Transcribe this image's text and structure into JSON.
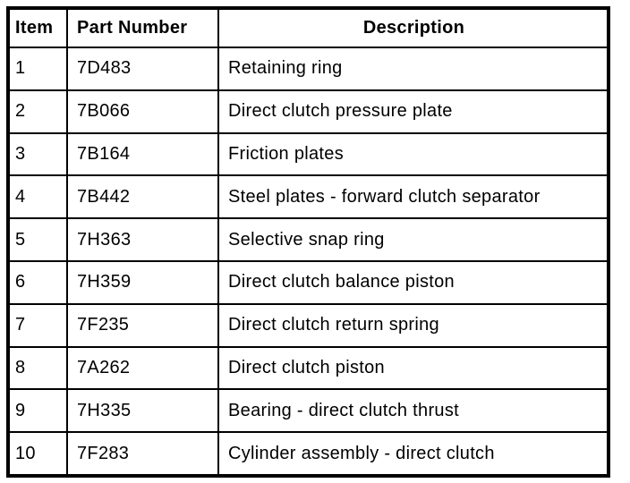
{
  "document": {
    "background_color": "#ffffff",
    "border_color": "#000000",
    "text_color": "#000000"
  },
  "table": {
    "headers": [
      "Item",
      "Part Number",
      "Description"
    ],
    "rows": [
      {
        "item": "1",
        "part_number": "7D483",
        "description": "Retaining ring"
      },
      {
        "item": "2",
        "part_number": "7B066",
        "description": "Direct clutch pressure plate"
      },
      {
        "item": "3",
        "part_number": "7B164",
        "description": "Friction plates"
      },
      {
        "item": "4",
        "part_number": "7B442",
        "description": "Steel plates - forward clutch separator"
      },
      {
        "item": "5",
        "part_number": "7H363",
        "description": "Selective snap ring"
      },
      {
        "item": "6",
        "part_number": "7H359",
        "description": "Direct clutch balance piston"
      },
      {
        "item": "7",
        "part_number": "7F235",
        "description": "Direct clutch return spring"
      },
      {
        "item": "8",
        "part_number": "7A262",
        "description": "Direct clutch piston"
      },
      {
        "item": "9",
        "part_number": "7H335",
        "description": "Bearing - direct clutch thrust"
      },
      {
        "item": "10",
        "part_number": "7F283",
        "description": "Cylinder assembly - direct clutch"
      }
    ]
  }
}
